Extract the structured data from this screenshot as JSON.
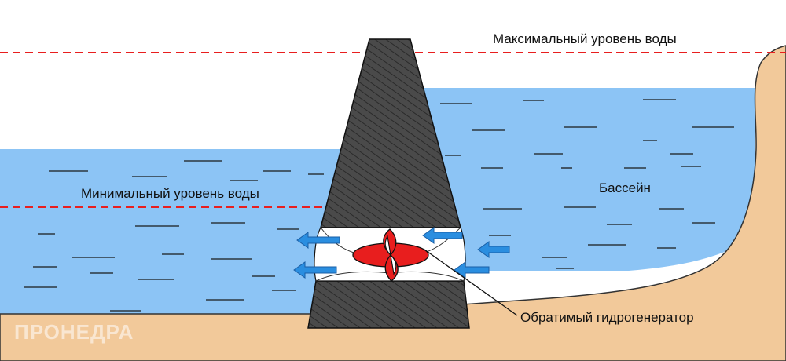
{
  "labels": {
    "max_level": "Максимальный уровень воды",
    "min_level": "Минимальный уровень воды",
    "basin": "Бассейн",
    "generator": "Обратимый гидрогенератор"
  },
  "watermark": "ПРОНЕДРА",
  "colors": {
    "water": "#8cc4f5",
    "ground": "#f2c99a",
    "dam": "#4a4a4a",
    "level_line": "#e81e1e",
    "arrow": "#2a8ee0",
    "turbine": "#e81e1e"
  }
}
